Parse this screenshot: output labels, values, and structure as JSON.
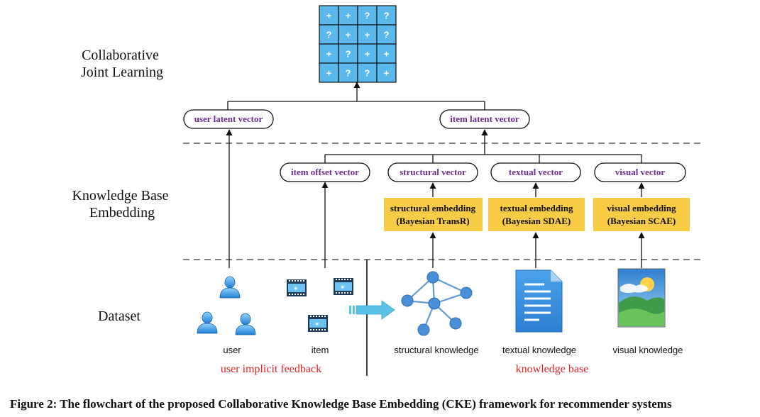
{
  "colors": {
    "grid_fill": "#5ab8ec",
    "grid_border": "#111111",
    "pill_text": "#6b2c8f",
    "embed_box": "#f8cc45",
    "group_label": "#e0242a",
    "icon_blue": "#2f8fde",
    "arrow_fill": "#59c2e6"
  },
  "sections": {
    "collab": "Collaborative\nJoint Learning",
    "kbe": "Knowledge Base\nEmbedding",
    "dataset": "Dataset"
  },
  "matrix": [
    [
      "+",
      "+",
      "?",
      "?"
    ],
    [
      "?",
      "+",
      "+",
      "?"
    ],
    [
      "+",
      "?",
      "+",
      "+"
    ],
    [
      "+",
      "?",
      "?",
      "+"
    ]
  ],
  "vectors": {
    "user_latent": "user latent vector",
    "item_latent": "item latent vector",
    "item_offset": "item offset vector",
    "structural": "structural vector",
    "textual": "textual vector",
    "visual": "visual vector"
  },
  "embeddings": {
    "structural": {
      "line1": "structural embedding",
      "line2": "(Bayesian TransR)"
    },
    "textual": {
      "line1": "textual embedding",
      "line2": "(Bayesian SDAE)"
    },
    "visual": {
      "line1": "visual embedding",
      "line2": "(Bayesian SCAE)"
    }
  },
  "sources": {
    "user": "user",
    "item": "item",
    "structural": "structural knowledge",
    "textual": "textual knowledge",
    "visual": "visual knowledge"
  },
  "icons": {
    "user": "user-icon",
    "item": "film-strip-icon",
    "structural": "graph-network-icon",
    "textual": "document-icon",
    "visual": "landscape-image-icon",
    "flow": "right-arrow-icon"
  },
  "groups": {
    "feedback": "user implicit feedback",
    "kb": "knowledge base"
  },
  "caption": "Figure 2: The flowchart of the proposed Collaborative Knowledge Base Embedding (CKE) framework for recommender systems"
}
